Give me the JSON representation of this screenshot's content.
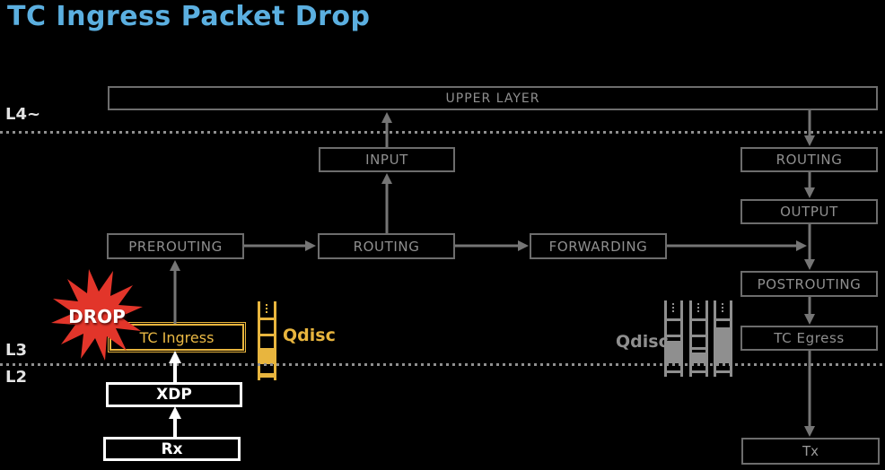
{
  "title": "TC Ingress Packet Drop",
  "layer_labels": {
    "l4": "L4~",
    "l3": "L3",
    "l2": "L2"
  },
  "nodes": {
    "upper_layer": "UPPER LAYER",
    "input": "INPUT",
    "routing_top_right": "ROUTING",
    "output": "OUTPUT",
    "prerouting": "PREROUTING",
    "routing_center": "ROUTING",
    "forwarding": "FORWARDING",
    "postrouting": "POSTROUTING",
    "tc_egress": "TC Egress",
    "tc_ingress": "TC Ingress",
    "xdp": "XDP",
    "rx": "Rx",
    "tx": "Tx"
  },
  "annotations": {
    "drop": "DROP",
    "qdisc_ingress": "Qdisc",
    "qdisc_egress": "Qdisc"
  },
  "colors": {
    "background": "#000000",
    "title_blue": "#5BAFE0",
    "gray_border": "#6d6d6d",
    "gray_text": "#8f8f8f",
    "arrow_gray": "#757575",
    "gold": "#E8B53E",
    "drop_red": "#E2352A",
    "white": "#FFFFFF"
  }
}
